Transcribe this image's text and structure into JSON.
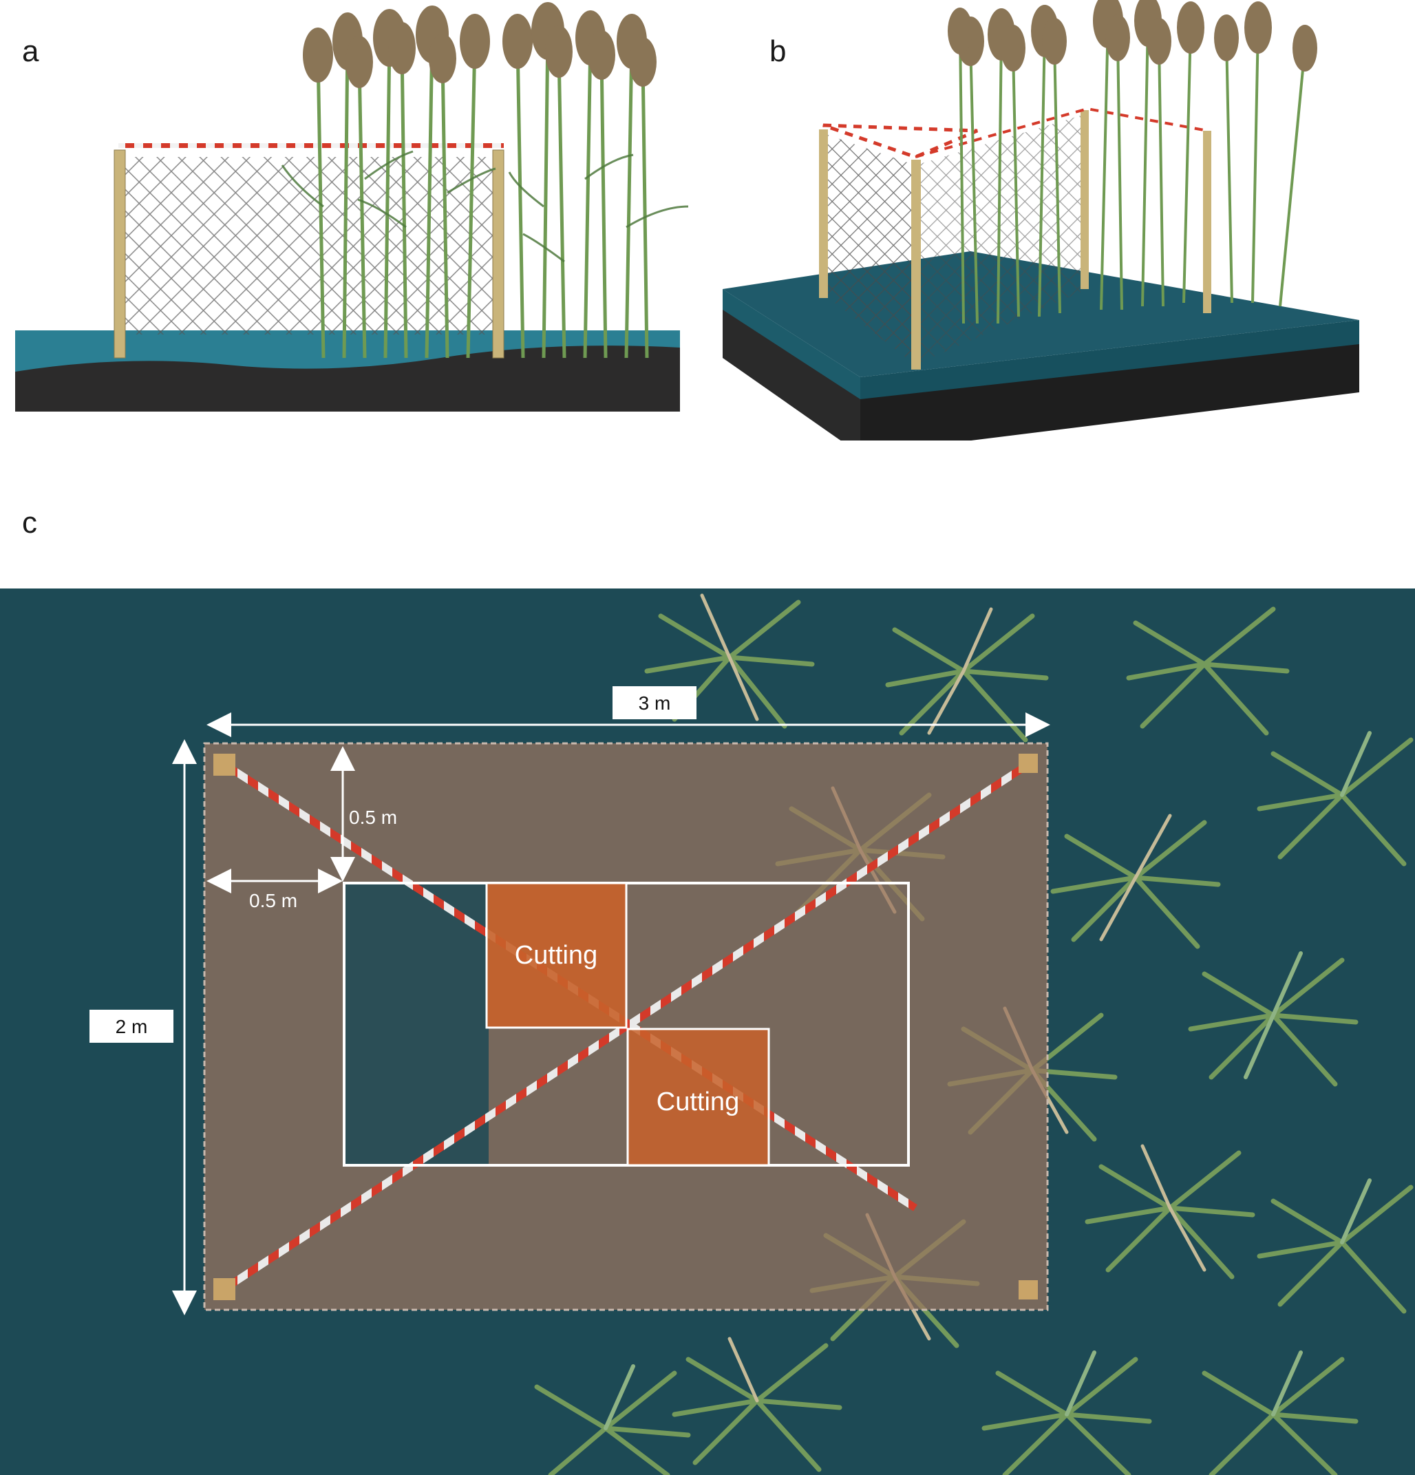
{
  "panels": {
    "a": "a",
    "b": "b",
    "c": "c"
  },
  "dimensions": {
    "width": "3 m",
    "height": "2 m",
    "offset_top": "0.5 m",
    "offset_left": "0.5 m"
  },
  "zones": {
    "cutting_1": "Cutting",
    "cutting_2": "Cutting"
  },
  "colors": {
    "water": "#1d4a55",
    "sediment": "#2b2a2a",
    "enclosure": "#9a7460",
    "cutting": "#c8622a",
    "reed_green": "#6f9a52",
    "tape_red": "#d43a2a"
  }
}
